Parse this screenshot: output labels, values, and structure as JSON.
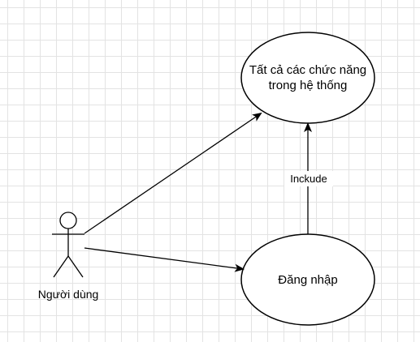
{
  "diagram": {
    "actor": {
      "label": "Người dùng"
    },
    "use_cases": {
      "all_functions": {
        "line1": "Tất cả các chức năng",
        "line2": "trong hệ thống"
      },
      "login": {
        "label": "Đăng nhập"
      }
    },
    "relationships": {
      "include_label": "Inckude"
    }
  }
}
